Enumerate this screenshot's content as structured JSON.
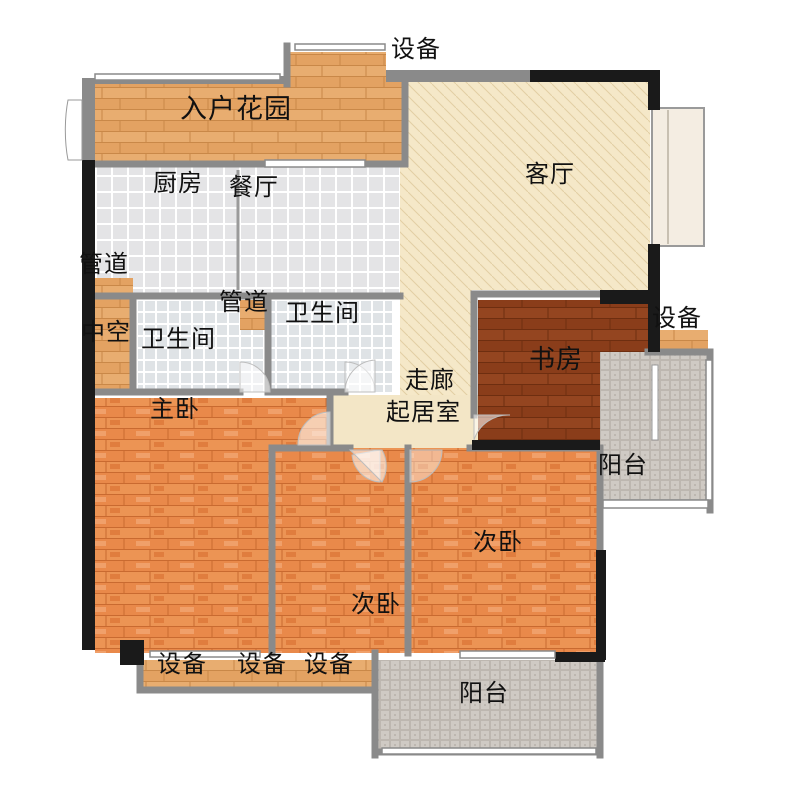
{
  "rooms": {
    "entry_garden": "入户花园",
    "equipment_top": "设备",
    "living_room": "客厅",
    "kitchen": "厨房",
    "dining_room": "餐厅",
    "pipe_duct_left": "管道",
    "pipe_duct_center": "管道",
    "void": "中空",
    "bathroom_left": "卫生间",
    "bathroom_center": "卫生间",
    "equipment_right": "设备",
    "study": "书房",
    "corridor": "走廊",
    "sitting_room": "起居室",
    "master_bedroom": "主卧",
    "balcony_right": "阳台",
    "second_bedroom_right": "次卧",
    "second_bedroom_center": "次卧",
    "equipment_bottom_1": "设备",
    "equipment_bottom_2": "设备",
    "equipment_bottom_3": "设备",
    "balcony_bottom": "阳台"
  },
  "colors": {
    "wall": "#1a1a1a",
    "wall_gray": "#8a8a8a",
    "wood_floor": "#e9894a",
    "entry_wood": "#e3a262",
    "living_floor": "#f5e8c8",
    "tile_floor": "#e4e4e6",
    "study_floor": "#8a3d1a",
    "balcony_floor": "#cfcac4"
  }
}
